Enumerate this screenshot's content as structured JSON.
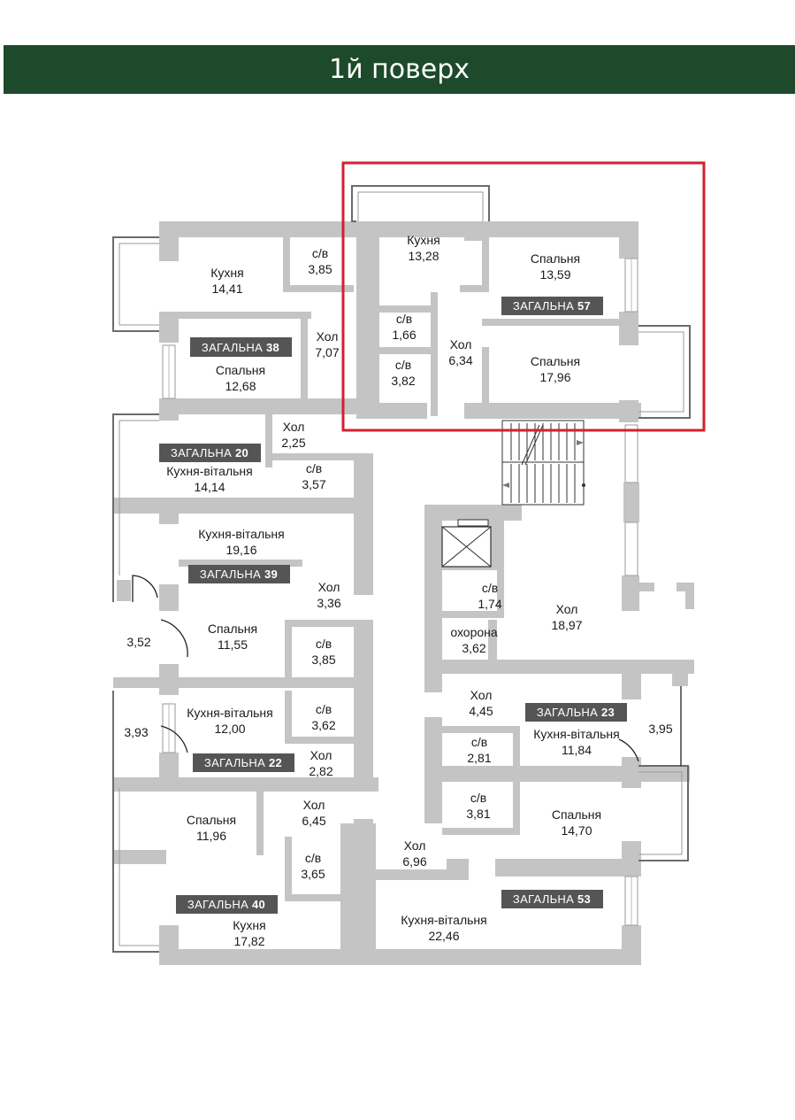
{
  "header": {
    "title": "1й поверх"
  },
  "colors": {
    "header_bg": "#1d4a2a",
    "walls": "#c4c4c4",
    "badge_bg": "#555555",
    "highlight": "#d32030"
  },
  "badges": {
    "b38": {
      "label": "ЗАГАЛЬНА",
      "num": "38"
    },
    "b20": {
      "label": "ЗАГАЛЬНА",
      "num": "20"
    },
    "b39": {
      "label": "ЗАГАЛЬНА",
      "num": "39"
    },
    "b22": {
      "label": "ЗАГАЛЬНА",
      "num": "22"
    },
    "b40": {
      "label": "ЗАГАЛЬНА",
      "num": "40"
    },
    "b57": {
      "label": "ЗАГАЛЬНА",
      "num": "57"
    },
    "b23": {
      "label": "ЗАГАЛЬНА",
      "num": "23"
    },
    "b53": {
      "label": "ЗАГАЛЬНА",
      "num": "53"
    }
  },
  "rooms": {
    "a38_kitchen": {
      "name": "Кухня",
      "area": "14,41"
    },
    "a38_bath": {
      "name": "с/в",
      "area": "3,85"
    },
    "a38_hall": {
      "name": "Хол",
      "area": "7,07"
    },
    "a38_bed": {
      "name": "Спальня",
      "area": "12,68"
    },
    "a20_hall": {
      "name": "Хол",
      "area": "2,25"
    },
    "a20_kitchen": {
      "name": "Кухня-вітальня",
      "area": "14,14"
    },
    "a20_bath": {
      "name": "с/в",
      "area": "3,57"
    },
    "a39_kitchen": {
      "name": "Кухня-вітальня",
      "area": "19,16"
    },
    "a39_hall": {
      "name": "Хол",
      "area": "3,36"
    },
    "a39_bed": {
      "name": "Спальня",
      "area": "11,55"
    },
    "a39_bath": {
      "name": "с/в",
      "area": "3,85"
    },
    "a39_balcony": {
      "area": "3,52"
    },
    "a22_kitchen": {
      "name": "Кухня-вітальня",
      "area": "12,00"
    },
    "a22_bath": {
      "name": "с/в",
      "area": "3,62"
    },
    "a22_hall": {
      "name": "Хол",
      "area": "2,82"
    },
    "a22_balcony": {
      "area": "3,93"
    },
    "a40_bed": {
      "name": "Спальня",
      "area": "11,96"
    },
    "a40_hall": {
      "name": "Хол",
      "area": "6,45"
    },
    "a40_bath": {
      "name": "с/в",
      "area": "3,65"
    },
    "a40_kitchen": {
      "name": "Кухня",
      "area": "17,82"
    },
    "a57_kitchen": {
      "name": "Кухня",
      "area": "13,28"
    },
    "a57_bed1": {
      "name": "Спальня",
      "area": "13,59"
    },
    "a57_bath1": {
      "name": "с/в",
      "area": "1,66"
    },
    "a57_bath2": {
      "name": "с/в",
      "area": "3,82"
    },
    "a57_hall": {
      "name": "Хол",
      "area": "6,34"
    },
    "a57_bed2": {
      "name": "Спальня",
      "area": "17,96"
    },
    "c_bath": {
      "name": "с/в",
      "area": "1,74"
    },
    "c_hall": {
      "name": "Хол",
      "area": "18,97"
    },
    "c_security": {
      "name": "охорона",
      "area": "3,62"
    },
    "a23_hall": {
      "name": "Хол",
      "area": "4,45"
    },
    "a23_bath": {
      "name": "с/в",
      "area": "2,81"
    },
    "a23_kitchen": {
      "name": "Кухня-вітальня",
      "area": "11,84"
    },
    "a23_balcony": {
      "area": "3,95"
    },
    "a53_bath": {
      "name": "с/в",
      "area": "3,81"
    },
    "a53_bed": {
      "name": "Спальня",
      "area": "14,70"
    },
    "a53_hall": {
      "name": "Хол",
      "area": "6,96"
    },
    "a53_kitchen": {
      "name": "Кухня-вітальня",
      "area": "22,46"
    }
  }
}
